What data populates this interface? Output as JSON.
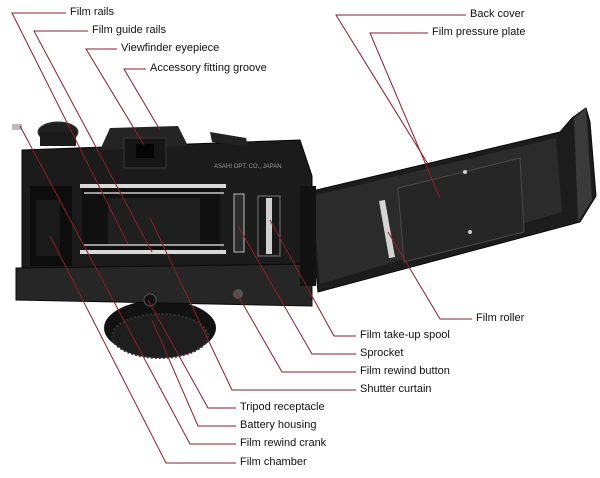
{
  "diagram": {
    "labels": {
      "film_rails": "Film rails",
      "film_guide_rails": "Film guide rails",
      "viewfinder_eyepiece": "Viewfinder eyepiece",
      "accessory_fitting_groove": "Accessory fitting groove",
      "back_cover": "Back cover",
      "film_pressure_plate": "Film pressure plate",
      "film_roller": "Film roller",
      "film_takeup_spool": "Film take-up spool",
      "sprocket": "Sprocket",
      "film_rewind_button": "Film rewind button",
      "shutter_curtain": "Shutter curtain",
      "tripod_receptacle": "Tripod receptacle",
      "battery_housing": "Battery housing",
      "film_rewind_crank": "Film rewind crank",
      "film_chamber": "Film chamber"
    },
    "body_engraving": "ASAHI OPT. CO., JAPAN",
    "colors": {
      "leader_line": "#8a1f2a",
      "camera_body": "#1b1b1b",
      "camera_highlight": "#3a3a3a",
      "pressure_plate": "#2a2a2a",
      "rail_metal": "#d9d9d9"
    }
  }
}
